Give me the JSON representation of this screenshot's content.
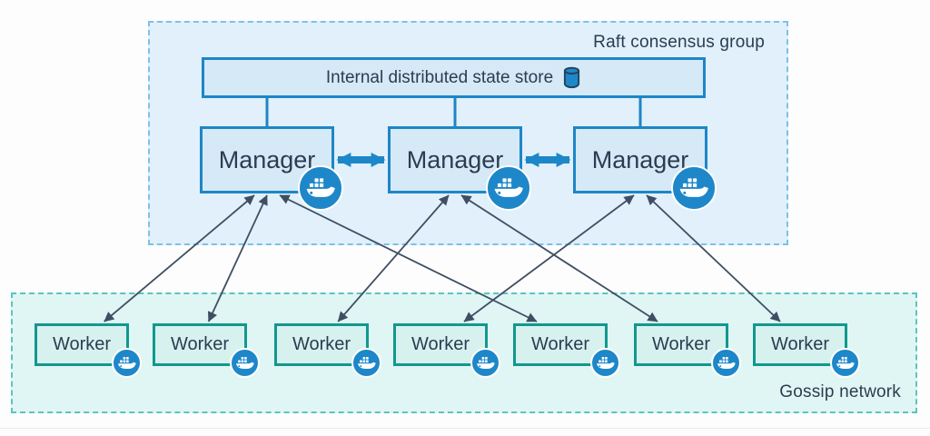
{
  "diagram": {
    "raft_group": {
      "label": "Raft consensus group",
      "state_store": {
        "label": "Internal distributed state store",
        "icon": "database-cylinder-icon"
      },
      "managers": [
        {
          "id": "manager-1",
          "label": "Manager",
          "icon": "docker-whale-icon"
        },
        {
          "id": "manager-2",
          "label": "Manager",
          "icon": "docker-whale-icon"
        },
        {
          "id": "manager-3",
          "label": "Manager",
          "icon": "docker-whale-icon"
        }
      ]
    },
    "gossip_network": {
      "label": "Gossip network",
      "workers": [
        {
          "id": "worker-1",
          "label": "Worker",
          "icon": "docker-whale-icon"
        },
        {
          "id": "worker-2",
          "label": "Worker",
          "icon": "docker-whale-icon"
        },
        {
          "id": "worker-3",
          "label": "Worker",
          "icon": "docker-whale-icon"
        },
        {
          "id": "worker-4",
          "label": "Worker",
          "icon": "docker-whale-icon"
        },
        {
          "id": "worker-5",
          "label": "Worker",
          "icon": "docker-whale-icon"
        },
        {
          "id": "worker-6",
          "label": "Worker",
          "icon": "docker-whale-icon"
        },
        {
          "id": "worker-7",
          "label": "Worker",
          "icon": "docker-whale-icon"
        }
      ]
    },
    "manager_links": [
      {
        "from": "manager-1",
        "to": "manager-2",
        "style": "thick-double-arrow"
      },
      {
        "from": "manager-2",
        "to": "manager-3",
        "style": "thick-double-arrow"
      }
    ],
    "edges": [
      {
        "from": "manager-1",
        "to": "worker-1",
        "style": "double-arrow"
      },
      {
        "from": "manager-1",
        "to": "worker-2",
        "style": "double-arrow"
      },
      {
        "from": "manager-1",
        "to": "worker-5",
        "style": "double-arrow"
      },
      {
        "from": "manager-2",
        "to": "worker-3",
        "style": "double-arrow"
      },
      {
        "from": "manager-2",
        "to": "worker-6",
        "style": "double-arrow"
      },
      {
        "from": "manager-3",
        "to": "worker-4",
        "style": "double-arrow"
      },
      {
        "from": "manager-3",
        "to": "worker-7",
        "style": "double-arrow"
      }
    ],
    "colors": {
      "docker_blue": "#1d87c9",
      "manager_fill": "#d5e9f7",
      "manager_border": "#1d86c6",
      "raft_fill": "#e1f0fa",
      "raft_border": "#7dc1e8",
      "worker_fill": "#d7f1ef",
      "worker_border": "#12988e",
      "gossip_fill": "#e0f6f4",
      "gossip_border": "#5bc4bf",
      "arrow": "#3f4f63",
      "text": "#2c3c51"
    }
  }
}
